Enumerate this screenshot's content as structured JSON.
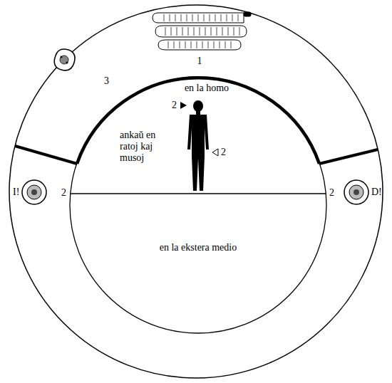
{
  "diagram": {
    "labels": [
      "1",
      "en la homo",
      "2",
      "ankaŭ en ratoj kaj musoj",
      "2",
      "3",
      "I!",
      "2",
      "2",
      "D!",
      "en la ekstera medio"
    ]
  }
}
